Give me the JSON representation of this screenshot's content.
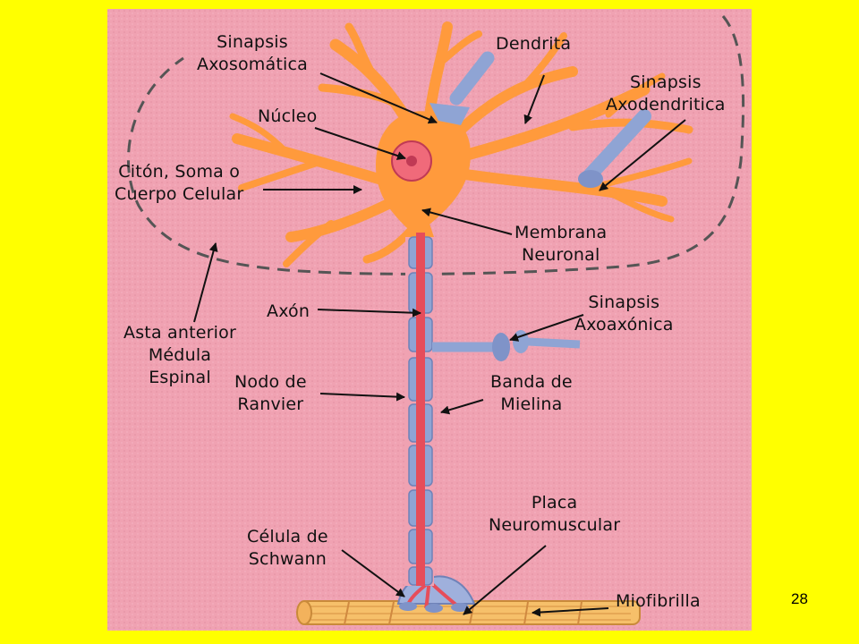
{
  "diagram": {
    "labels": {
      "sinapsis_axosomatica": [
        "Sinapsis",
        "Axosomática"
      ],
      "dendrita": [
        "Dendrita"
      ],
      "sinapsis_axodendritica": [
        "Sinapsis",
        "Axodendritica"
      ],
      "nucleo": [
        "Núcleo"
      ],
      "citon": [
        "Citón, Soma o",
        "Cuerpo Celular"
      ],
      "membrana": [
        "Membrana",
        "Neuronal"
      ],
      "axon": [
        "Axón"
      ],
      "sinapsis_axoaxonica": [
        "Sinapsis",
        "Axoaxónica"
      ],
      "asta": [
        "Asta anterior",
        "Médula",
        "Espinal"
      ],
      "nodo": [
        "Nodo de",
        "Ranvier"
      ],
      "banda": [
        "Banda de",
        "Mielina"
      ],
      "placa": [
        "Placa",
        "Neuromuscular"
      ],
      "celula_schwann": [
        "Célula de",
        "Schwann"
      ],
      "miofibrilla": [
        "Miofibrilla"
      ]
    },
    "colors": {
      "slide_background": "#ffff00",
      "panel_background": "#f0a2b2",
      "neuron_body": "#ff9a3c",
      "myelin": "#8fa4d4",
      "axon_core": "#e64d5a",
      "muscle_fiber": "#f6c06a"
    }
  },
  "slide": {
    "number": "28"
  }
}
